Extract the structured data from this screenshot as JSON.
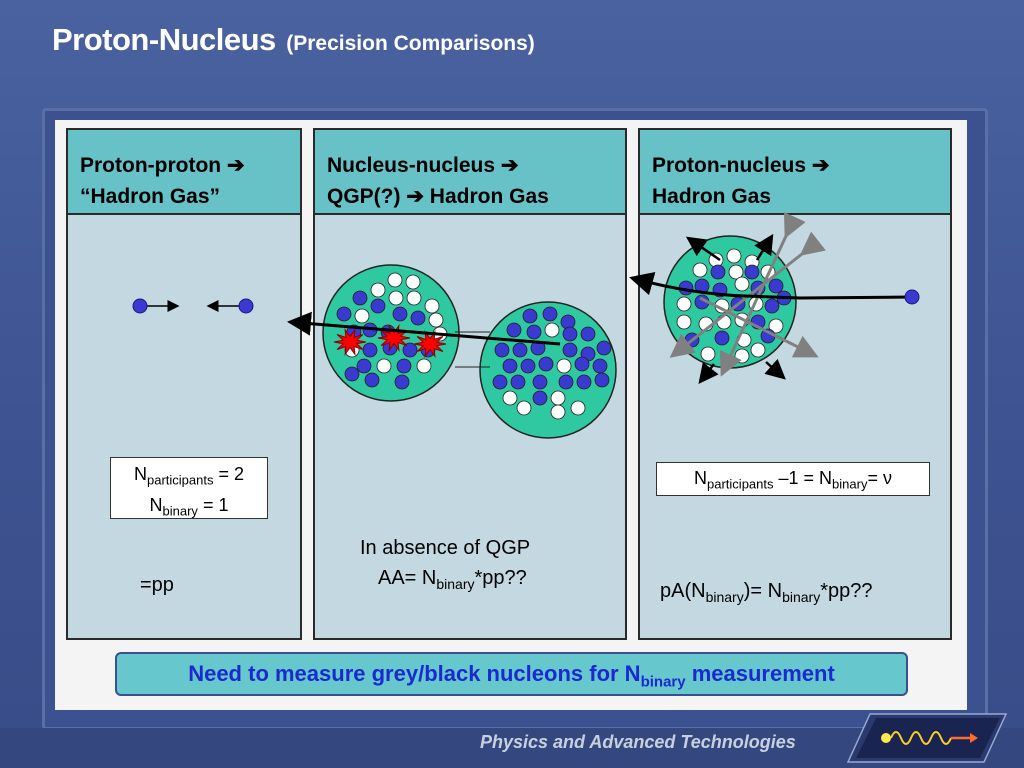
{
  "title": {
    "main": "Proton-Nucleus",
    "sub": "(Precision Comparisons)"
  },
  "columns": [
    {
      "head_line1": "Proton-proton",
      "head_line2": "“Hadron Gas”",
      "box_line1_pre": "N",
      "box_line1_sub": "participants",
      "box_line1_post": " = 2",
      "box_line2_pre": "N",
      "box_line2_sub": "binary",
      "box_line2_post": " = 1",
      "formula": "=pp"
    },
    {
      "head_line1": "Nucleus-nucleus",
      "head_line2_a": "QGP(?)",
      "head_line2_b": "Hadron Gas",
      "formula_line1": "In absence of QGP",
      "formula_line2_pre": "AA= N",
      "formula_line2_sub": "binary",
      "formula_line2_post": "*pp??"
    },
    {
      "head_line1": "Proton-nucleus",
      "head_line2": "Hadron Gas",
      "box_pre": "N",
      "box_sub1": "participants",
      "box_mid": " –1 = N",
      "box_sub2": "binary",
      "box_post": "= ν",
      "formula_pre": "pA(N",
      "formula_sub1": "binary",
      "formula_mid": ")= N",
      "formula_sub2": "binary",
      "formula_post": "*pp??"
    }
  ],
  "banner": {
    "pre": "Need to measure grey/black nucleons for N",
    "sub": "binary",
    "post": " measurement"
  },
  "footer": {
    "text": "Physics and Advanced Technologies"
  },
  "icons": {
    "arrow": "right-arrow-icon",
    "logo": "wave-logo-icon"
  },
  "colors": {
    "background": "#3f5590",
    "header": "#66c2c6",
    "column": "#c3d8e0",
    "nucleus": "#2ec9a0",
    "proton": "#3a3ad0",
    "neutron": "#ffffff",
    "spark": "#ff0000",
    "banner_text": "#1a2ad0"
  }
}
